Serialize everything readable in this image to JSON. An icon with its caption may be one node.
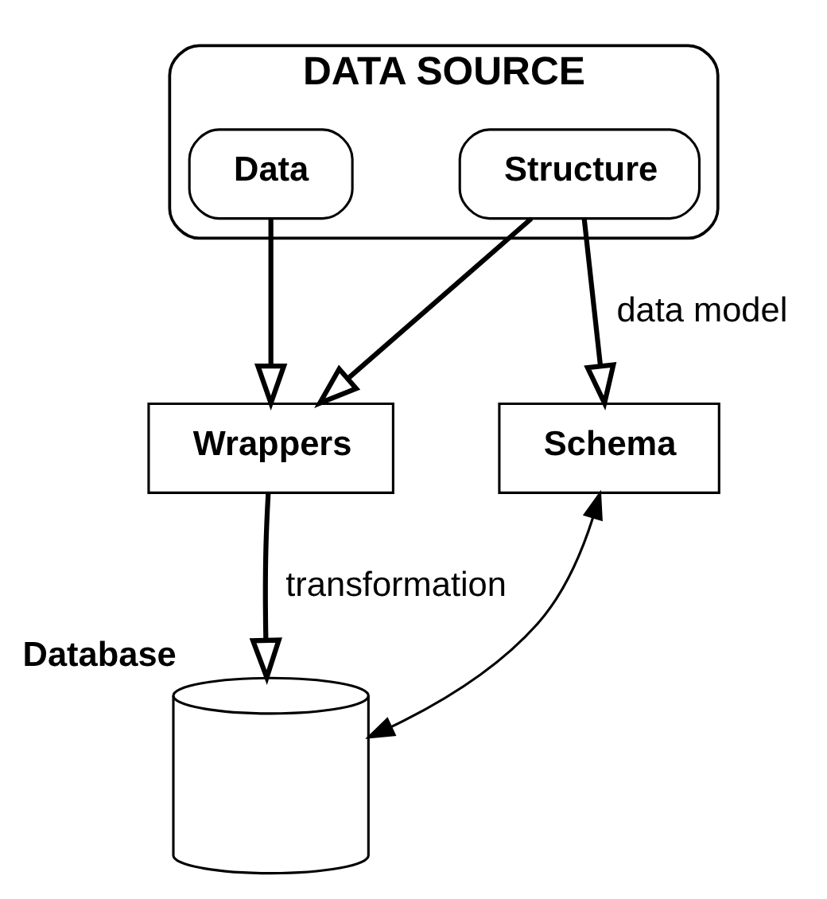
{
  "diagram": {
    "nodes": [
      {
        "text": [
          "DATA SOURCE"
        ]
      },
      {
        "text": [
          "Data"
        ],
        "in": 0
      },
      {
        "text": [
          "Structure"
        ],
        "in": 0
      },
      {
        "text": [
          "Wrappers"
        ]
      },
      {
        "text": [
          "Database"
        ]
      },
      {
        "text": [
          "Schema"
        ]
      }
    ],
    "edges": [
      {
        "from": 1,
        "to": 3,
        "arrow": "to"
      },
      {
        "from": 2,
        "to": 3,
        "arrow": "to"
      },
      {
        "from": 2,
        "to": 5,
        "arrow": "to",
        "label": "data model"
      },
      {
        "from": 3,
        "to": 4,
        "arrow": "to",
        "label": "transformation"
      },
      {
        "from": 4,
        "to": 5,
        "arrow": "both"
      }
    ]
  }
}
